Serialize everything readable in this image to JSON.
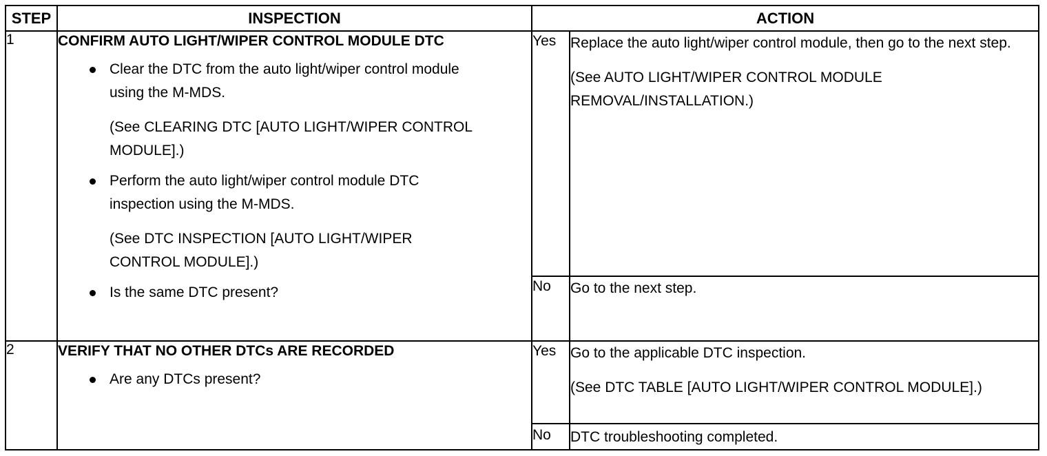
{
  "table": {
    "headers": {
      "step": "STEP",
      "inspection": "INSPECTION",
      "action": "ACTION"
    },
    "rows": [
      {
        "step": "1",
        "title": "CONFIRM AUTO LIGHT/WIPER CONTROL MODULE DTC",
        "bullets": [
          {
            "text": "Clear the DTC from the auto light/wiper control module using the M-MDS.",
            "see": "(See CLEARING DTC [AUTO LIGHT/WIPER CONTROL MODULE].)"
          },
          {
            "text": "Perform the auto light/wiper control module DTC inspection using the M-MDS.",
            "see": "(See DTC INSPECTION [AUTO LIGHT/WIPER CONTROL MODULE].)"
          },
          {
            "text": "Is the same DTC present?"
          }
        ],
        "yes_label": "Yes",
        "yes_action": "Replace the auto light/wiper control module, then go to the next step.",
        "yes_see": "(See AUTO LIGHT/WIPER CONTROL MODULE REMOVAL/INSTALLATION.)",
        "no_label": "No",
        "no_action": "Go to the next step."
      },
      {
        "step": "2",
        "title": "VERIFY THAT NO OTHER DTCs ARE RECORDED",
        "bullets": [
          {
            "text": "Are any DTCs present?"
          }
        ],
        "yes_label": "Yes",
        "yes_action": "Go to the applicable DTC inspection.",
        "yes_see": "(See DTC TABLE [AUTO LIGHT/WIPER CONTROL MODULE].)",
        "no_label": "No",
        "no_action": "DTC troubleshooting completed."
      }
    ]
  }
}
